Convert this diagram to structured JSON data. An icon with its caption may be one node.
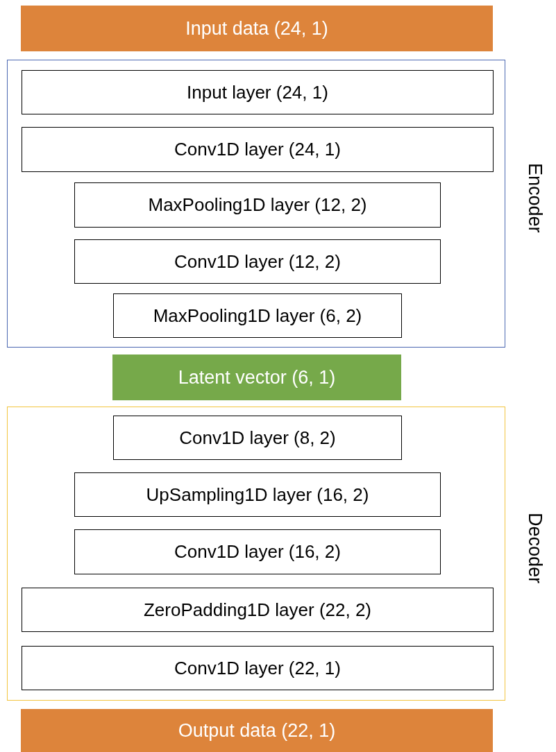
{
  "diagram": {
    "nodes": [
      {
        "text": [
          "Input data (24, 1)"
        ]
      },
      {
        "text": [
          "Encoder"
        ]
      },
      {
        "text": [
          "Input layer (24, 1)"
        ],
        "in": 1
      },
      {
        "text": [
          "Conv1D layer (24, 1)"
        ],
        "in": 1
      },
      {
        "text": [
          "MaxPooling1D layer (12, 2)"
        ],
        "in": 1
      },
      {
        "text": [
          "Conv1D layer (12, 2)"
        ],
        "in": 1
      },
      {
        "text": [
          "MaxPooling1D layer (6, 2)"
        ],
        "in": 1
      },
      {
        "text": [
          "Latent vector (6, 1)"
        ]
      },
      {
        "text": [
          "Decoder"
        ]
      },
      {
        "text": [
          "Conv1D layer (8, 2)"
        ],
        "in": 8
      },
      {
        "text": [
          "UpSampling1D layer (16, 2)"
        ],
        "in": 8
      },
      {
        "text": [
          "Conv1D layer (16, 2)"
        ],
        "in": 8
      },
      {
        "text": [
          "ZeroPadding1D layer (22, 2)"
        ],
        "in": 8
      },
      {
        "text": [
          "Conv1D layer (22, 1)"
        ],
        "in": 8
      },
      {
        "text": [
          "Output data (22, 1)"
        ]
      }
    ],
    "edges": []
  }
}
